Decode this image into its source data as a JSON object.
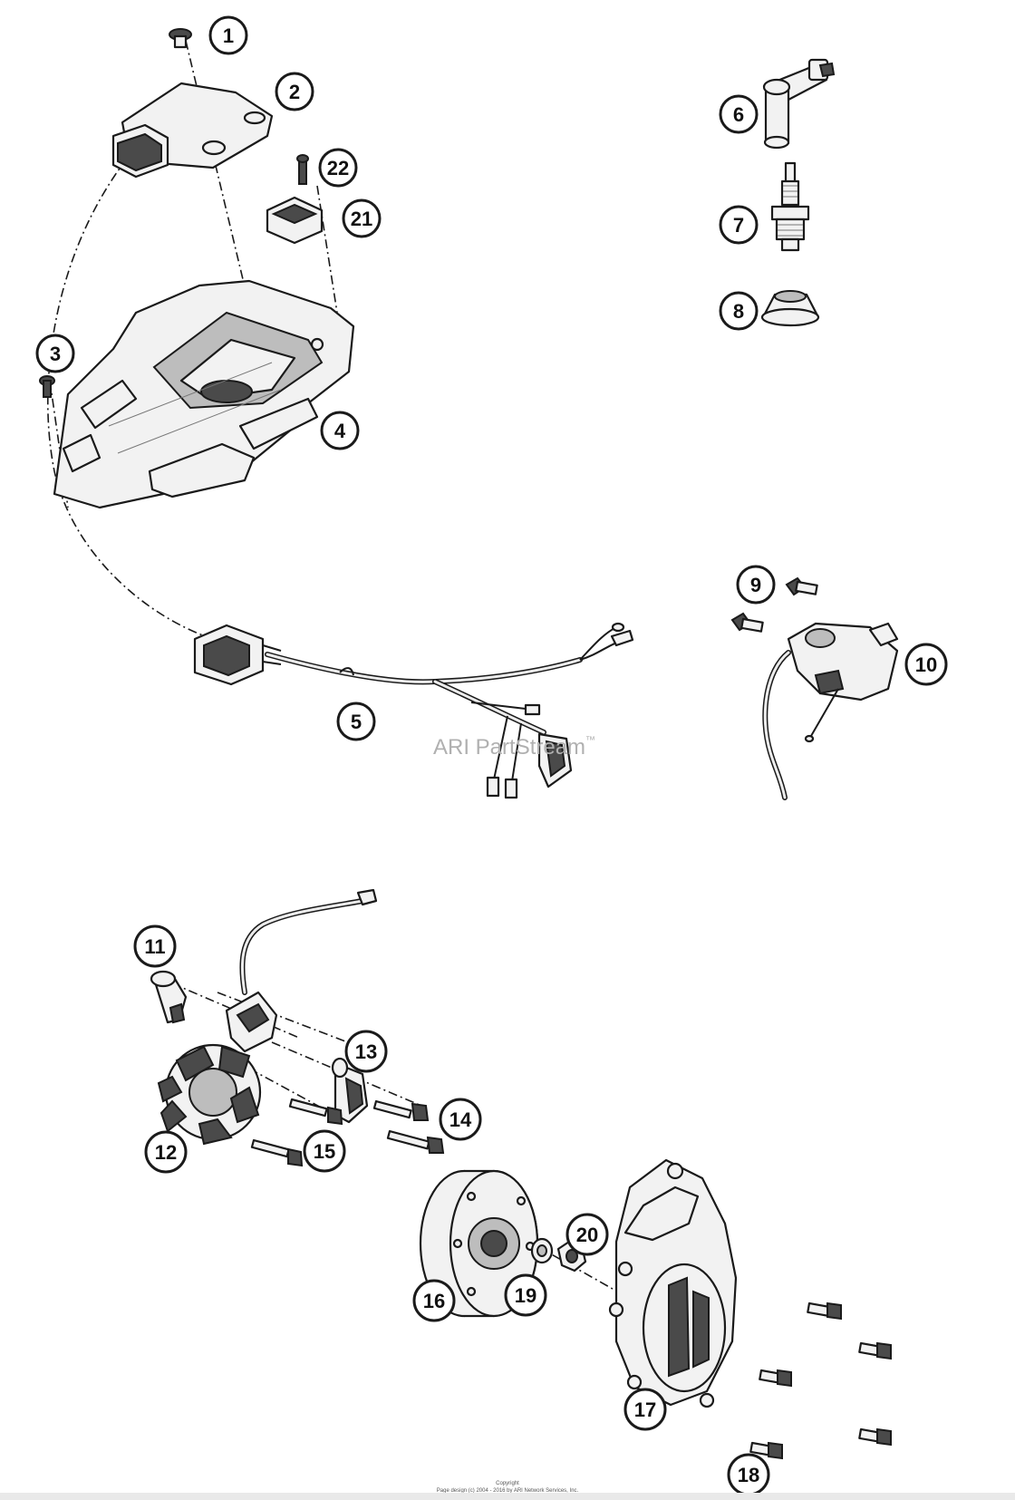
{
  "watermark": {
    "brand": "ARI PartStream",
    "trademark": "™"
  },
  "copyright": {
    "line1": "Copyright",
    "line2": "Page design (c) 2004 - 2016 by ARI Network Services, Inc."
  },
  "callouts": [
    {
      "id": "1",
      "label": "1"
    },
    {
      "id": "2",
      "label": "2"
    },
    {
      "id": "3",
      "label": "3"
    },
    {
      "id": "4",
      "label": "4"
    },
    {
      "id": "5",
      "label": "5"
    },
    {
      "id": "6",
      "label": "6"
    },
    {
      "id": "7",
      "label": "7"
    },
    {
      "id": "8",
      "label": "8"
    },
    {
      "id": "9",
      "label": "9"
    },
    {
      "id": "10",
      "label": "10"
    },
    {
      "id": "11",
      "label": "11"
    },
    {
      "id": "12",
      "label": "12"
    },
    {
      "id": "13",
      "label": "13"
    },
    {
      "id": "14",
      "label": "14"
    },
    {
      "id": "15",
      "label": "15"
    },
    {
      "id": "16",
      "label": "16"
    },
    {
      "id": "17",
      "label": "17"
    },
    {
      "id": "18",
      "label": "18"
    },
    {
      "id": "19",
      "label": "19"
    },
    {
      "id": "20",
      "label": "20"
    },
    {
      "id": "21",
      "label": "21"
    },
    {
      "id": "22",
      "label": "22"
    }
  ]
}
